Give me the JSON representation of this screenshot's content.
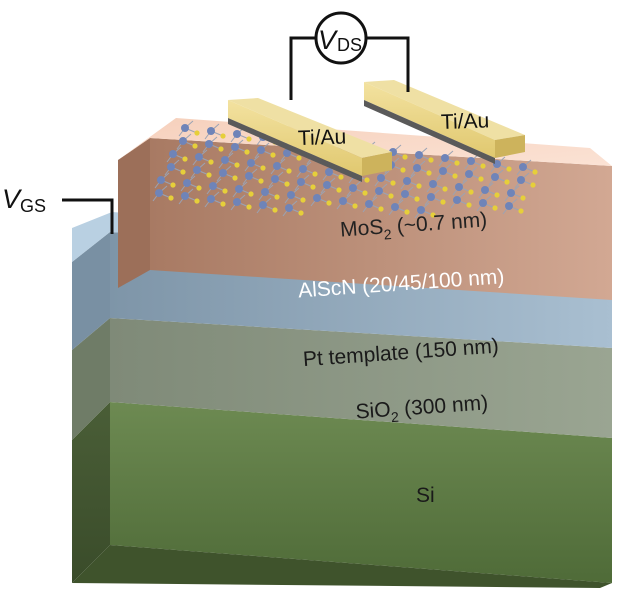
{
  "layers": {
    "si": "Si",
    "sio2_base": "SiO",
    "sio2_sub": "2",
    "sio2_thickness": " (300 nm)",
    "pt": "Pt template (150 nm)",
    "alscn": "AlScN (20/45/100 nm)",
    "mos2_base": "MoS",
    "mos2_sub": "2",
    "mos2_thickness": " (~0.7 nm)"
  },
  "electrodes": {
    "left": "Ti/Au",
    "right": "Ti/Au"
  },
  "terminals": {
    "vds_symbol": "V",
    "vds_sub": "DS",
    "vgs_symbol": "V",
    "vgs_sub": "GS"
  },
  "colors": {
    "si": "#5f7d46",
    "sio2": "#8e9a86",
    "pt": "#9fb6c8",
    "alscn": "#c79a82",
    "electrode": "#e8d48a",
    "wire": "#111111"
  }
}
